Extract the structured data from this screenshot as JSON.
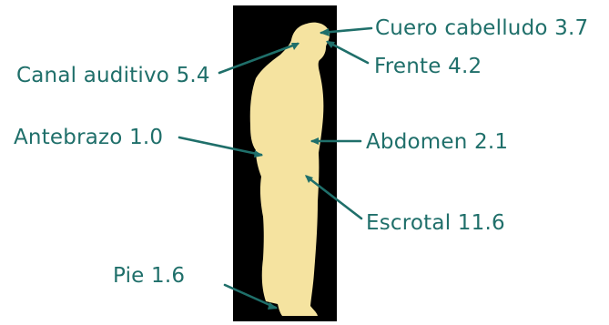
{
  "colors": {
    "panel_background": "#000000",
    "silhouette": "#f5e3a0",
    "label_text": "#1f6f6a",
    "leader_line": "#1f6f6a"
  },
  "labels": {
    "scalp": "Cuero cabelludo 3.7",
    "ear_canal": "Canal auditivo 5.4",
    "forehead": "Frente 4.2",
    "forearm": "Antebrazo 1.0",
    "abdomen": "Abdomen 2.1",
    "scrotum": "Escrotal 11.6",
    "foot": "Pie 1.6"
  }
}
